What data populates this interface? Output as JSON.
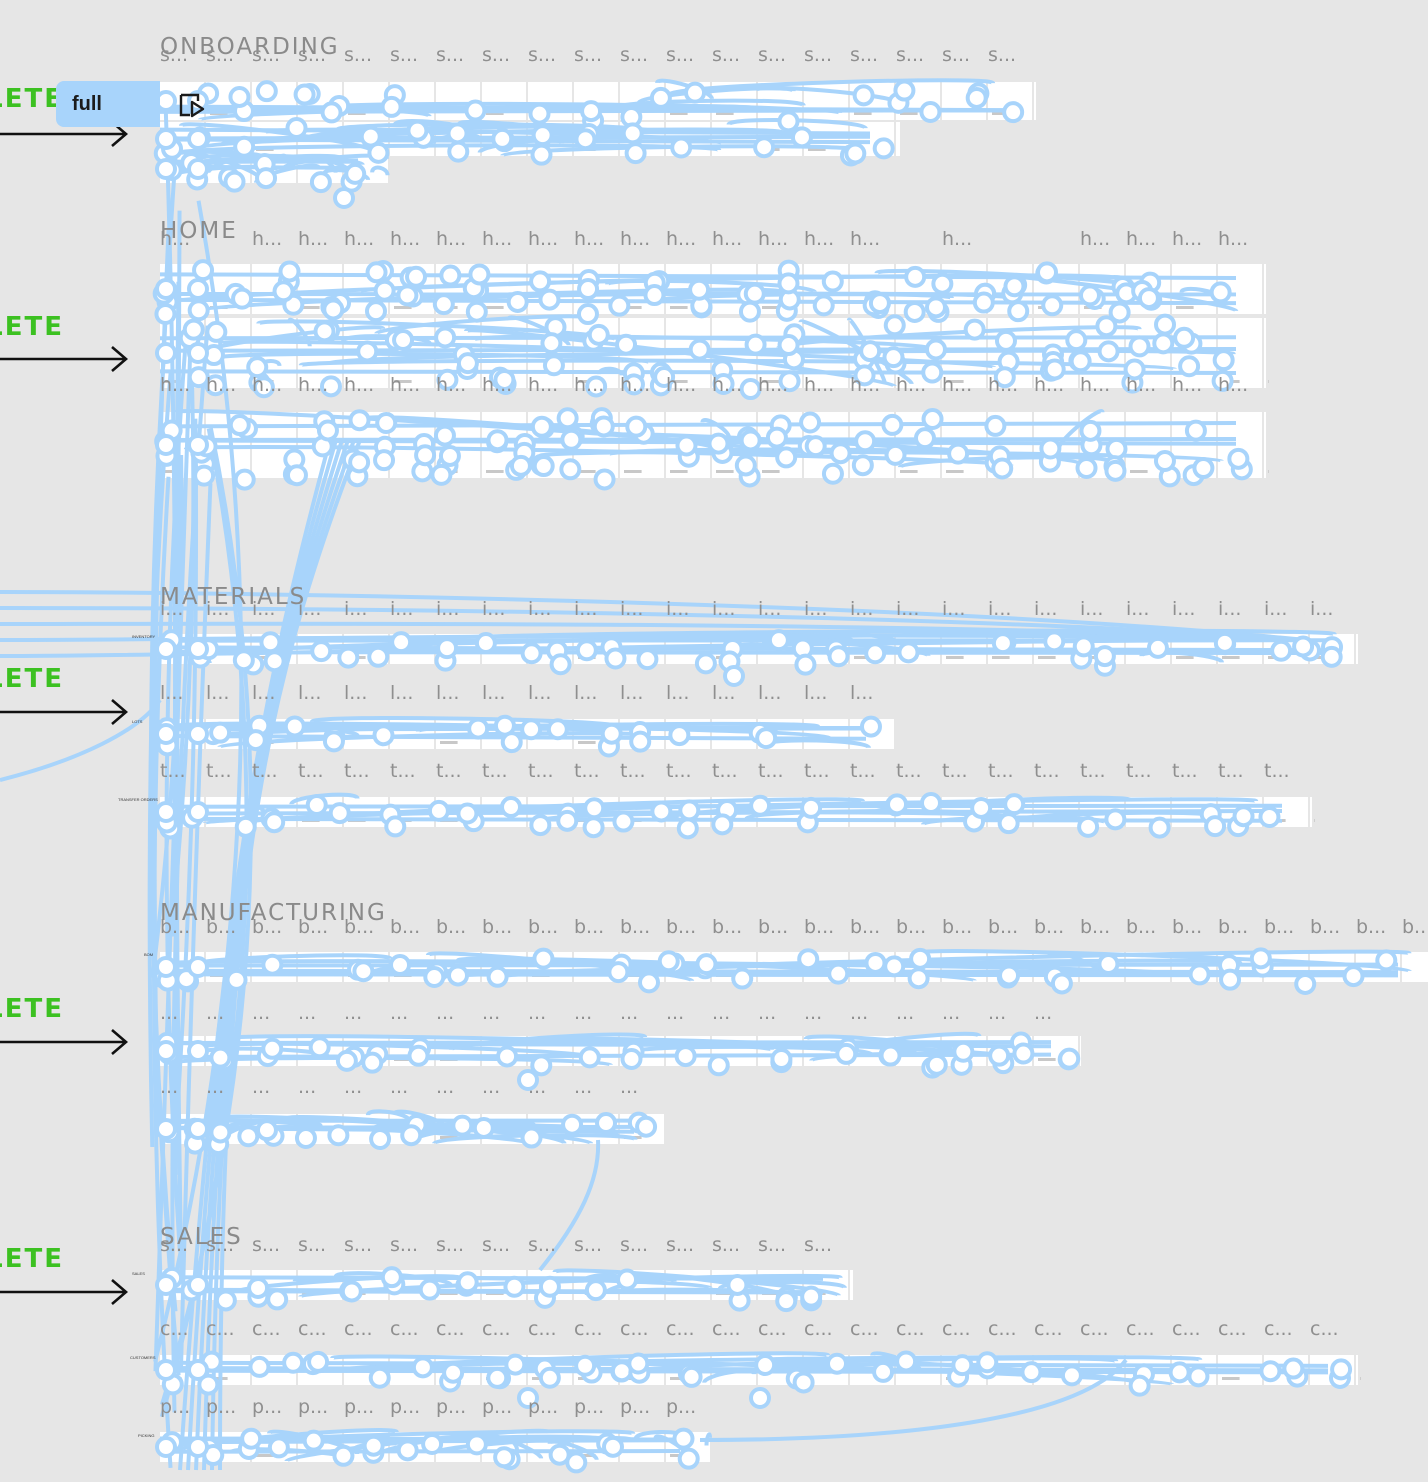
{
  "flow": {
    "name": "full",
    "play_icon": "play-flow-icon"
  },
  "status_label": "COMPLETE",
  "sections": [
    {
      "title": "ONBOARDING",
      "label": "s..."
    },
    {
      "title": "HOME",
      "label": "h..."
    },
    {
      "title": "MATERIALS",
      "label": "i...",
      "label2": "l...",
      "label3": "t..."
    },
    {
      "title": "MANUFACTURING",
      "label": "b...",
      "label2": "...",
      "label3": "..."
    },
    {
      "title": "SALES",
      "label": "s...",
      "label2": "c...",
      "label3": "p..."
    }
  ],
  "row_labels": [
    "INVENTORY",
    "LOTS",
    "TRANSFER ORDERS",
    "BOM",
    "SALES",
    "CUSTOMERS",
    "PICKING"
  ],
  "colors": {
    "background": "#e6e6e6",
    "connector": "#a8d4fb",
    "node_fill": "#ffffff",
    "status": "#3cc121",
    "section_title": "#8a8a8a",
    "frame": "#ffffff"
  }
}
